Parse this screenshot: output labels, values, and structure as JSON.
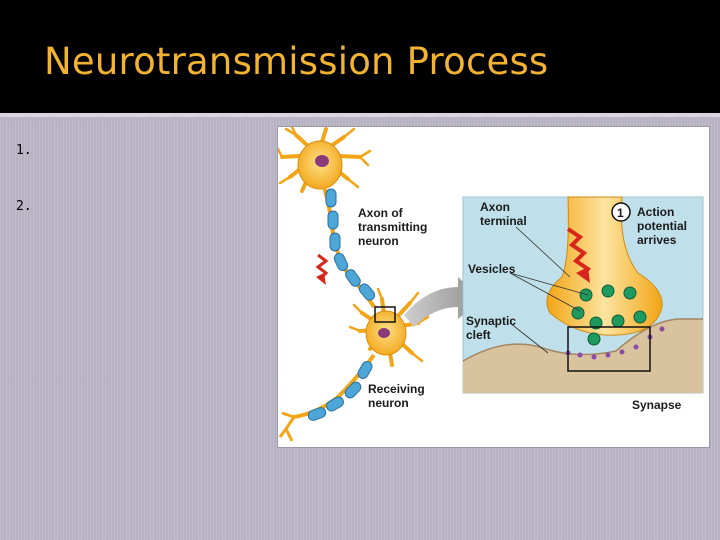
{
  "slide": {
    "title": "Neurotransmission Process",
    "list_items": [
      "1.",
      "2."
    ]
  },
  "figure": {
    "labels": {
      "axon_line1": "Axon of",
      "axon_line2": "transmitting",
      "axon_line3": "neuron",
      "receiving_line1": "Receiving",
      "receiving_line2": "neuron",
      "terminal_line1": "Axon",
      "terminal_line2": "terminal",
      "step_number": "1",
      "action_line1": "Action",
      "action_line2": "potential",
      "action_line3": "arrives",
      "vesicles": "Vesicles",
      "cleft_line1": "Synaptic",
      "cleft_line2": "cleft",
      "synapse": "Synapse"
    }
  },
  "colors": {
    "header_bg": "#000000",
    "title_color": "#f2b232",
    "slide_bg": "#b9b5c6",
    "neuron": "#f7b21e",
    "myelin": "#4da6d8",
    "inset_bg": "#bfe0ea",
    "vesicle": "#1e9a5e",
    "arrow_red": "#d9261c"
  }
}
